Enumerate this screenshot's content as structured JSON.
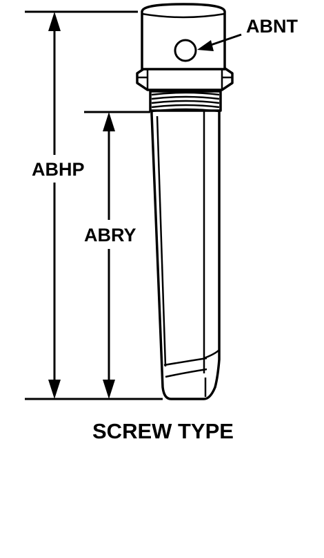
{
  "labels": {
    "overall_length": "ABHP",
    "threaded_length": "ABRY",
    "hole": "ABNT"
  },
  "caption": "SCREW TYPE",
  "colors": {
    "ink": "#000000",
    "background": "#ffffff"
  }
}
